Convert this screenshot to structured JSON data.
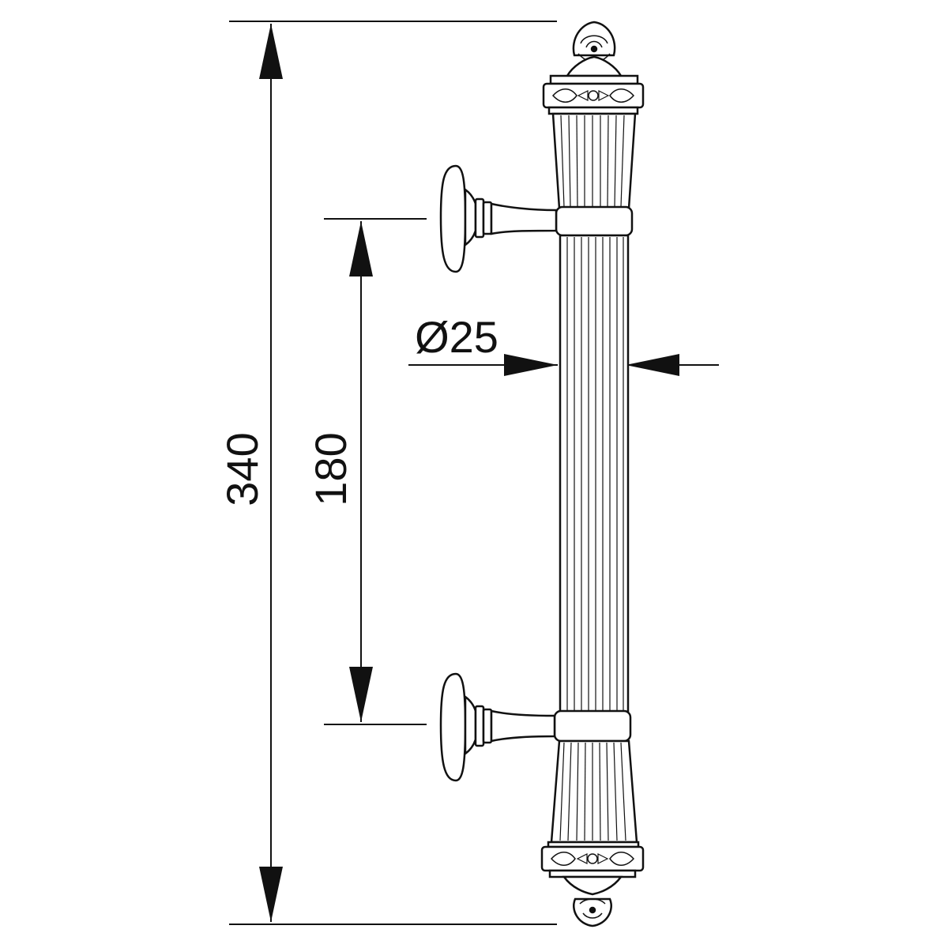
{
  "dimensions": {
    "overall_length": "340",
    "mounting_distance": "180",
    "diameter": "Ø25"
  }
}
